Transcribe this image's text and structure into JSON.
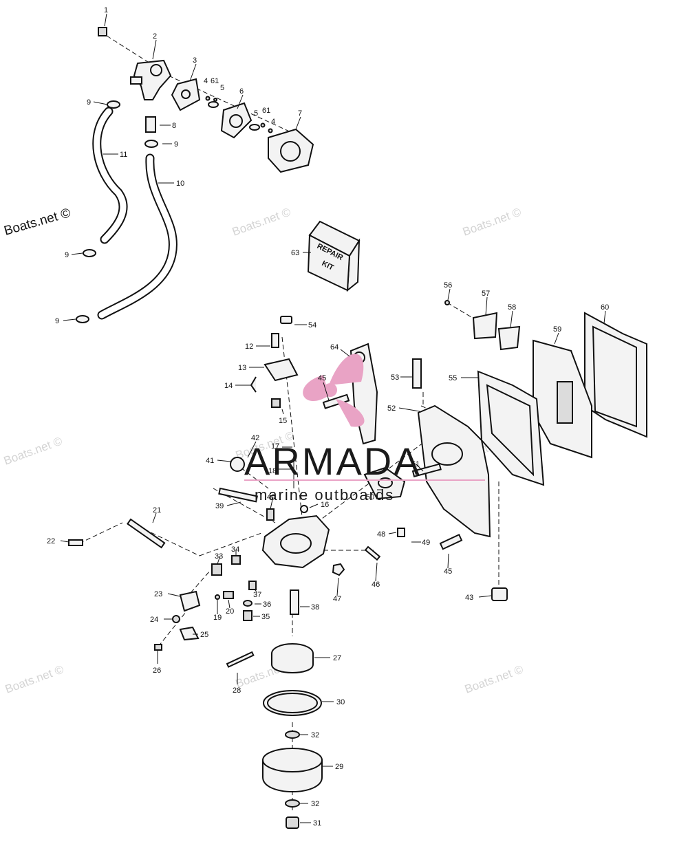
{
  "callouts": [
    {
      "id": "1",
      "label": "1"
    },
    {
      "id": "2",
      "label": "2"
    },
    {
      "id": "3",
      "label": "3"
    },
    {
      "id": "4a",
      "label": "4"
    },
    {
      "id": "61a",
      "label": "61"
    },
    {
      "id": "5a",
      "label": "5"
    },
    {
      "id": "6",
      "label": "6"
    },
    {
      "id": "5b",
      "label": "5"
    },
    {
      "id": "61b",
      "label": "61"
    },
    {
      "id": "4b",
      "label": "4"
    },
    {
      "id": "7",
      "label": "7"
    },
    {
      "id": "8",
      "label": "8"
    },
    {
      "id": "9a",
      "label": "9"
    },
    {
      "id": "9b",
      "label": "9"
    },
    {
      "id": "9c",
      "label": "9"
    },
    {
      "id": "9d",
      "label": "9"
    },
    {
      "id": "10",
      "label": "10"
    },
    {
      "id": "11",
      "label": "11"
    },
    {
      "id": "63",
      "label": "63"
    },
    {
      "id": "54",
      "label": "54"
    },
    {
      "id": "12",
      "label": "12"
    },
    {
      "id": "13",
      "label": "13"
    },
    {
      "id": "14",
      "label": "14"
    },
    {
      "id": "15",
      "label": "15"
    },
    {
      "id": "64",
      "label": "64"
    },
    {
      "id": "45a",
      "label": "45"
    },
    {
      "id": "56",
      "label": "56"
    },
    {
      "id": "57",
      "label": "57"
    },
    {
      "id": "58",
      "label": "58"
    },
    {
      "id": "59",
      "label": "59"
    },
    {
      "id": "60",
      "label": "60"
    },
    {
      "id": "53",
      "label": "53"
    },
    {
      "id": "55",
      "label": "55"
    },
    {
      "id": "52",
      "label": "52"
    },
    {
      "id": "42",
      "label": "42"
    },
    {
      "id": "17",
      "label": "17"
    },
    {
      "id": "41",
      "label": "41"
    },
    {
      "id": "18",
      "label": "18"
    },
    {
      "id": "51",
      "label": "51"
    },
    {
      "id": "50",
      "label": "50"
    },
    {
      "id": "39",
      "label": "39"
    },
    {
      "id": "40",
      "label": "40"
    },
    {
      "id": "16",
      "label": "16"
    },
    {
      "id": "21",
      "label": "21"
    },
    {
      "id": "22",
      "label": "22"
    },
    {
      "id": "48",
      "label": "48"
    },
    {
      "id": "49",
      "label": "49"
    },
    {
      "id": "33",
      "label": "33"
    },
    {
      "id": "34",
      "label": "34"
    },
    {
      "id": "45b",
      "label": "45"
    },
    {
      "id": "46",
      "label": "46"
    },
    {
      "id": "47",
      "label": "47"
    },
    {
      "id": "37",
      "label": "37"
    },
    {
      "id": "23",
      "label": "23"
    },
    {
      "id": "36",
      "label": "36"
    },
    {
      "id": "20",
      "label": "20"
    },
    {
      "id": "19",
      "label": "19"
    },
    {
      "id": "38",
      "label": "38"
    },
    {
      "id": "43",
      "label": "43"
    },
    {
      "id": "35",
      "label": "35"
    },
    {
      "id": "24",
      "label": "24"
    },
    {
      "id": "25",
      "label": "25"
    },
    {
      "id": "27",
      "label": "27"
    },
    {
      "id": "26",
      "label": "26"
    },
    {
      "id": "28",
      "label": "28"
    },
    {
      "id": "30",
      "label": "30"
    },
    {
      "id": "32a",
      "label": "32"
    },
    {
      "id": "29",
      "label": "29"
    },
    {
      "id": "32b",
      "label": "32"
    },
    {
      "id": "31",
      "label": "31"
    }
  ],
  "kit_box": {
    "line1": "REPAIR",
    "line2": "KIT"
  },
  "watermarks": {
    "site": "Boats.net ©"
  },
  "logo": {
    "brand": "ARMADA",
    "tagline": "marine outboards"
  },
  "colors": {
    "line": "#111111",
    "logo_accent": "#e9a3c5",
    "watermark": "#d4d4d4"
  }
}
